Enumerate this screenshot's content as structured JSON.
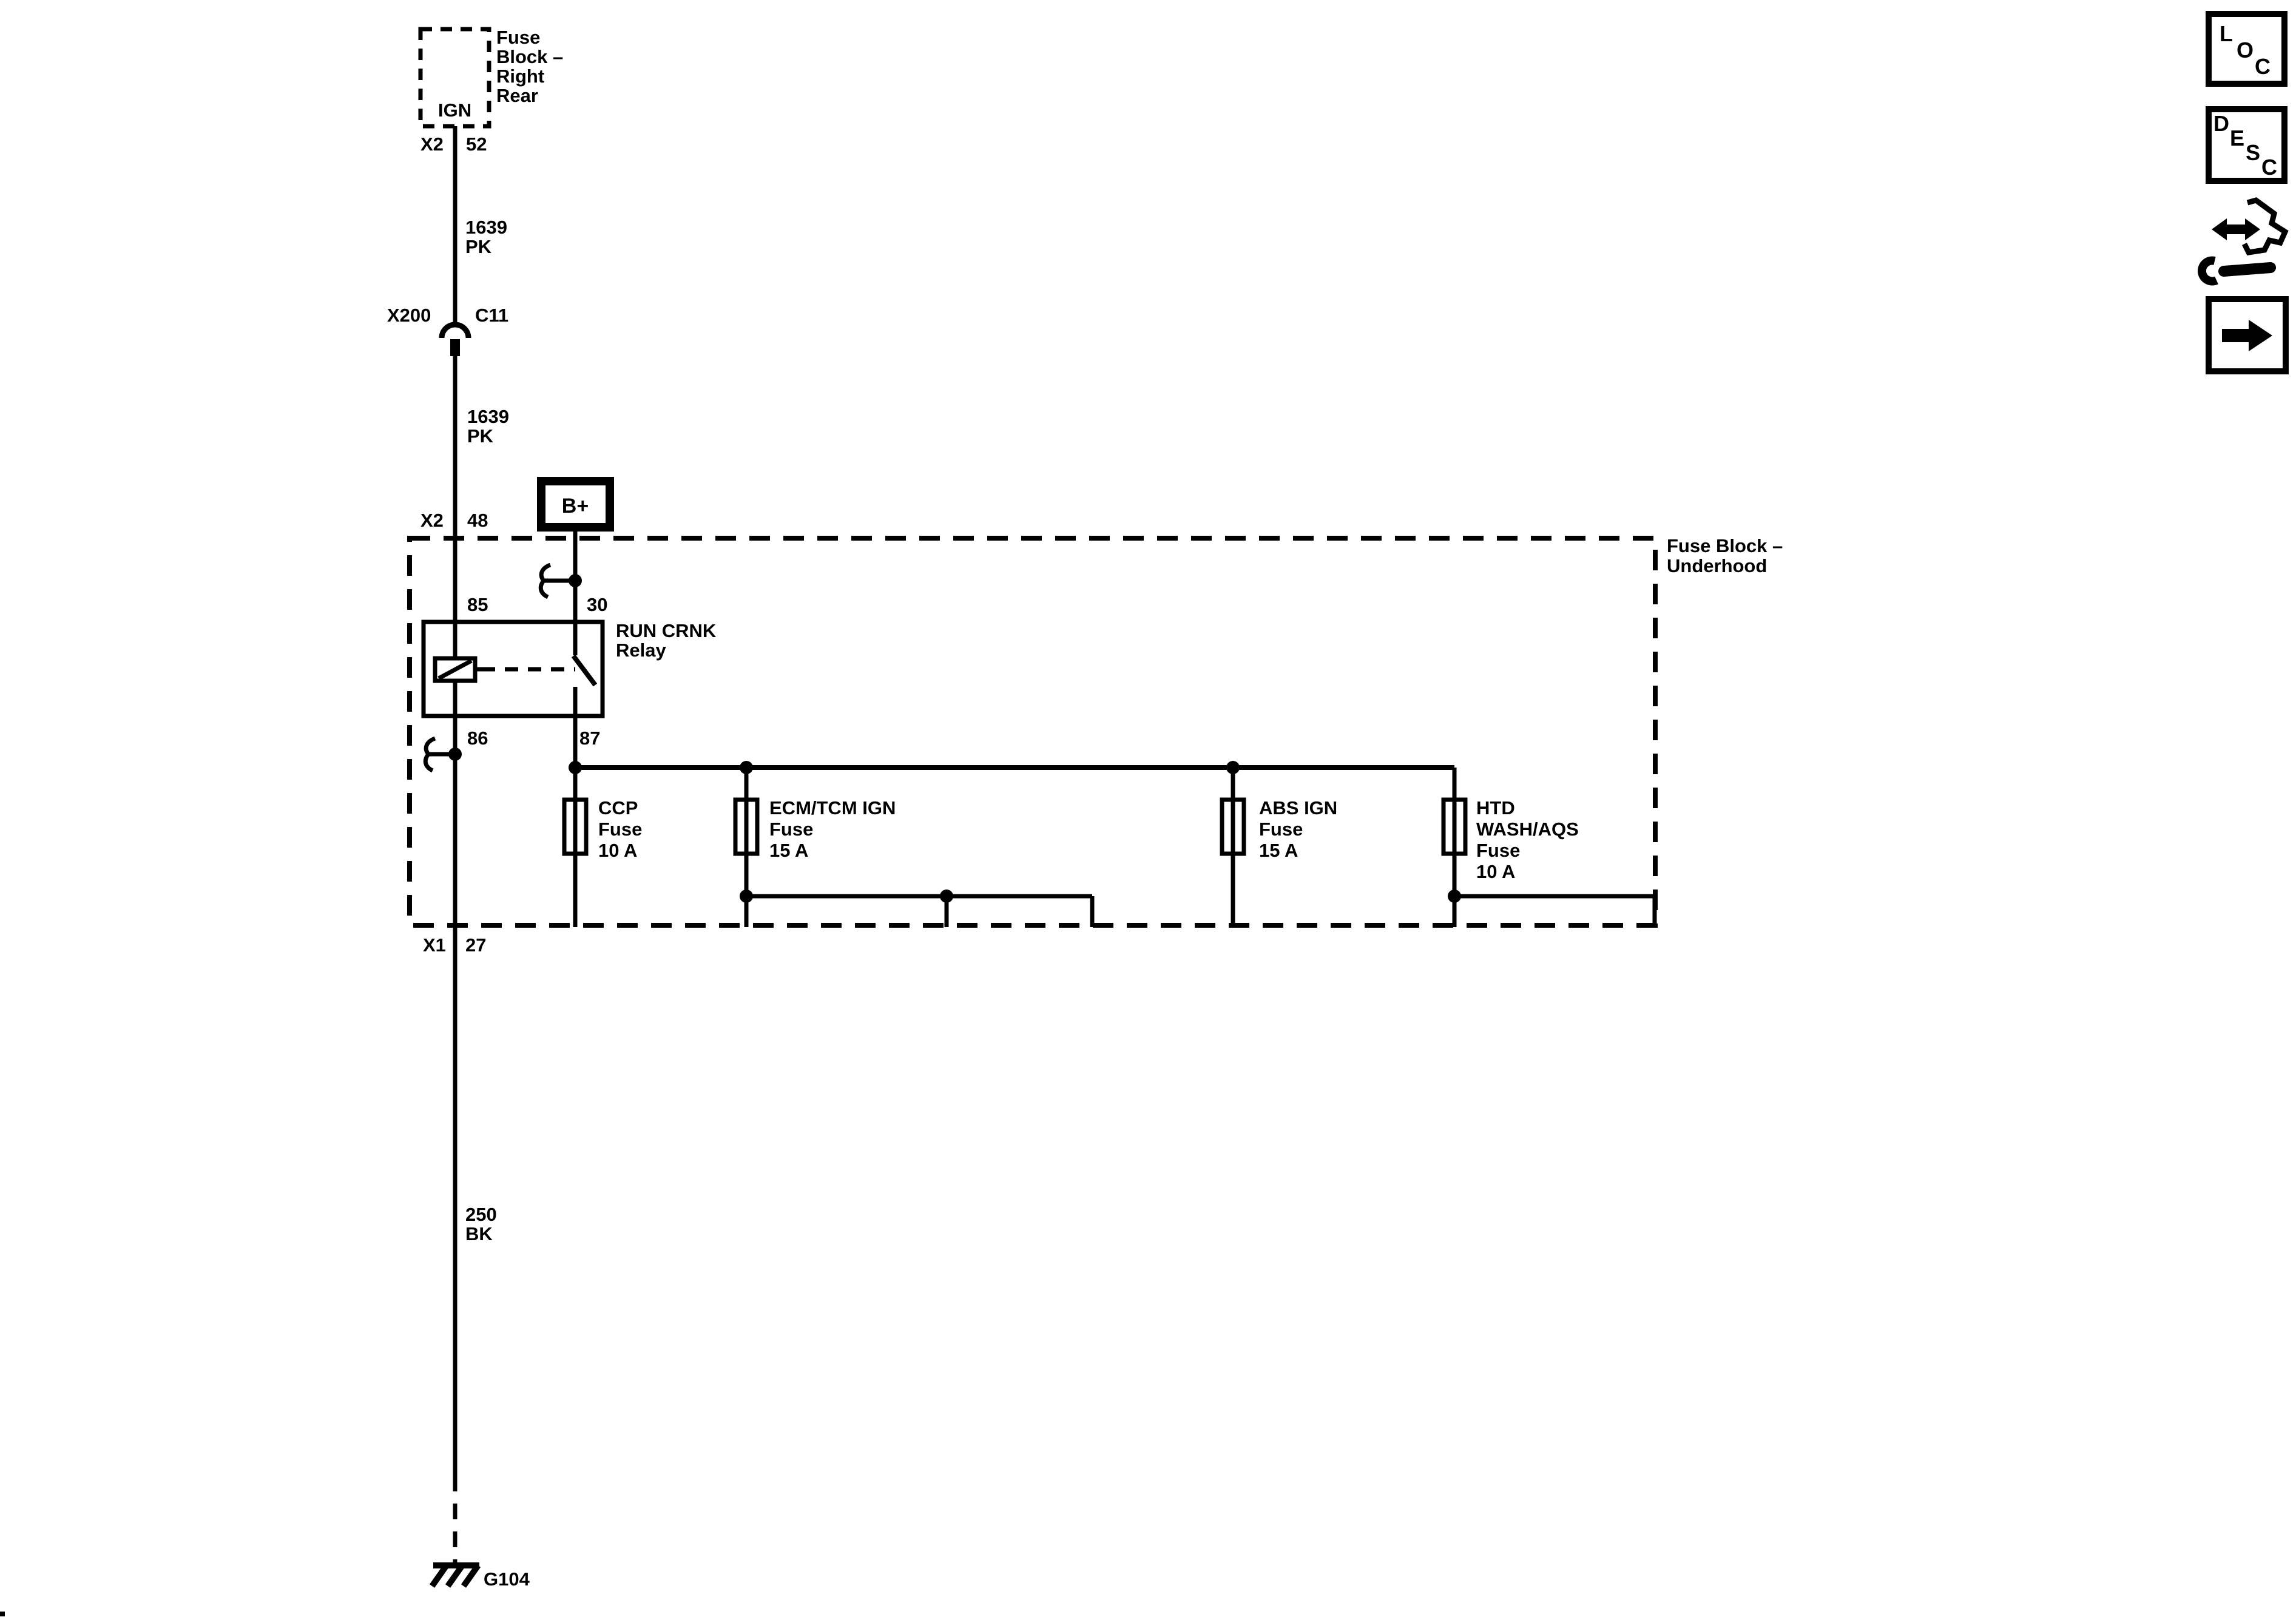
{
  "diagram": {
    "right_rear_block": {
      "name_line1": "Fuse",
      "name_line2": "Block –",
      "name_line3": "Right",
      "name_line4": "Rear",
      "pin_label": "IGN",
      "connector": "X2",
      "pin": "52"
    },
    "wire_upper": {
      "circuit": "1639",
      "color": "PK"
    },
    "inline_connector": {
      "connector": "X200",
      "cavity": "C11"
    },
    "wire_mid": {
      "circuit": "1639",
      "color": "PK"
    },
    "underhood_entry": {
      "connector": "X2",
      "pin": "48"
    },
    "bplus_label": "B+",
    "underhood_block": {
      "name_line1": "Fuse Block –",
      "name_line2": "Underhood"
    },
    "relay": {
      "name_line1": "RUN CRNK",
      "name_line2": "Relay",
      "t85": "85",
      "t30": "30",
      "t86": "86",
      "t87": "87"
    },
    "fuses": [
      {
        "line1": "CCP",
        "line2": "Fuse",
        "line3": "10 A"
      },
      {
        "line1": "ECM/TCM IGN",
        "line2": "Fuse",
        "line3": "15 A"
      },
      {
        "line1": "ABS IGN",
        "line2": "Fuse",
        "line3": "15 A"
      },
      {
        "line1": "HTD",
        "line2": "WASH/AQS",
        "line3": "Fuse",
        "line4": "10 A"
      }
    ],
    "underhood_exit": {
      "connector": "X1",
      "pin": "27"
    },
    "wire_lower": {
      "circuit": "250",
      "color": "BK"
    },
    "ground": {
      "label": "G104"
    }
  },
  "toolbar": {
    "loc": {
      "l1": "L",
      "l2": "O",
      "l3": "C"
    },
    "desc": {
      "l1": "D",
      "l2": "E",
      "l3": "S",
      "l4": "C"
    }
  },
  "colors": {
    "line": "#000000",
    "background": "#ffffff"
  }
}
